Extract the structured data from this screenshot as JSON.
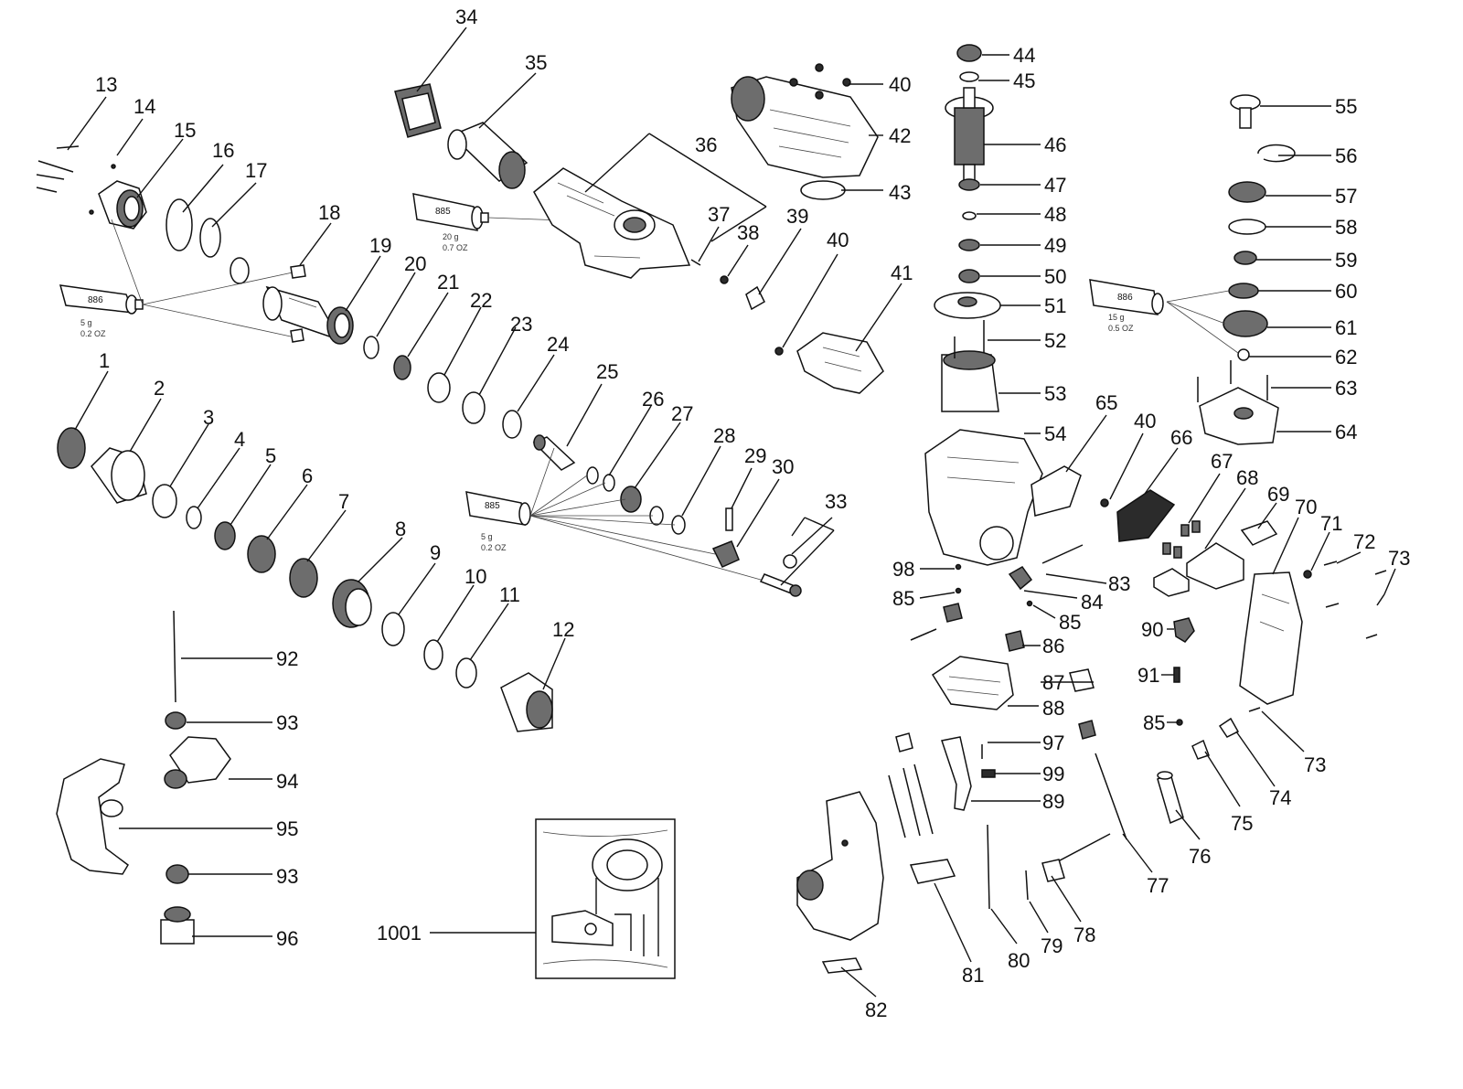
{
  "labels": {
    "p1": "1",
    "p2": "2",
    "p3": "3",
    "p4": "4",
    "p5": "5",
    "p6": "6",
    "p7": "7",
    "p8": "8",
    "p9": "9",
    "p10": "10",
    "p11": "11",
    "p12": "12",
    "p13": "13",
    "p14": "14",
    "p15": "15",
    "p16": "16",
    "p17": "17",
    "p18": "18",
    "p19": "19",
    "p20": "20",
    "p21": "21",
    "p22": "22",
    "p23": "23",
    "p24": "24",
    "p25": "25",
    "p26": "26",
    "p27": "27",
    "p28": "28",
    "p29": "29",
    "p30": "30",
    "p33": "33",
    "p34": "34",
    "p35": "35",
    "p36": "36",
    "p37": "37",
    "p38": "38",
    "p39": "39",
    "p40a": "40",
    "p40b": "40",
    "p40c": "40",
    "p41": "41",
    "p42": "42",
    "p43": "43",
    "p44": "44",
    "p45": "45",
    "p46": "46",
    "p47": "47",
    "p48": "48",
    "p49": "49",
    "p50": "50",
    "p51": "51",
    "p52": "52",
    "p53": "53",
    "p54": "54",
    "p55": "55",
    "p56": "56",
    "p57": "57",
    "p58": "58",
    "p59": "59",
    "p60": "60",
    "p61": "61",
    "p62": "62",
    "p63": "63",
    "p64": "64",
    "p65": "65",
    "p66": "66",
    "p67": "67",
    "p68": "68",
    "p69": "69",
    "p70": "70",
    "p71": "71",
    "p72": "72",
    "p73a": "73",
    "p73b": "73",
    "p74": "74",
    "p75": "75",
    "p76": "76",
    "p77": "77",
    "p78": "78",
    "p79": "79",
    "p80": "80",
    "p81": "81",
    "p82": "82",
    "p83": "83",
    "p84": "84",
    "p85a": "85",
    "p85b": "85",
    "p85c": "85",
    "p86": "86",
    "p87": "87",
    "p88": "88",
    "p89": "89",
    "p90": "90",
    "p91": "91",
    "p92": "92",
    "p93a": "93",
    "p93b": "93",
    "p94": "94",
    "p95": "95",
    "p96": "96",
    "p97": "97",
    "p98": "98",
    "p99": "99",
    "p1001": "1001"
  },
  "grease_tubes": {
    "t886a": {
      "code": "886",
      "amount_g": "5 g",
      "amount_oz": "0.2 OZ"
    },
    "t885a": {
      "code": "885",
      "amount_g": "20 g",
      "amount_oz": "0.7 OZ"
    },
    "t885b": {
      "code": "885",
      "amount_g": "5 g",
      "amount_oz": "0.2 OZ"
    },
    "t886b": {
      "code": "886",
      "amount_g": "15 g",
      "amount_oz": "0.5 OZ"
    }
  }
}
